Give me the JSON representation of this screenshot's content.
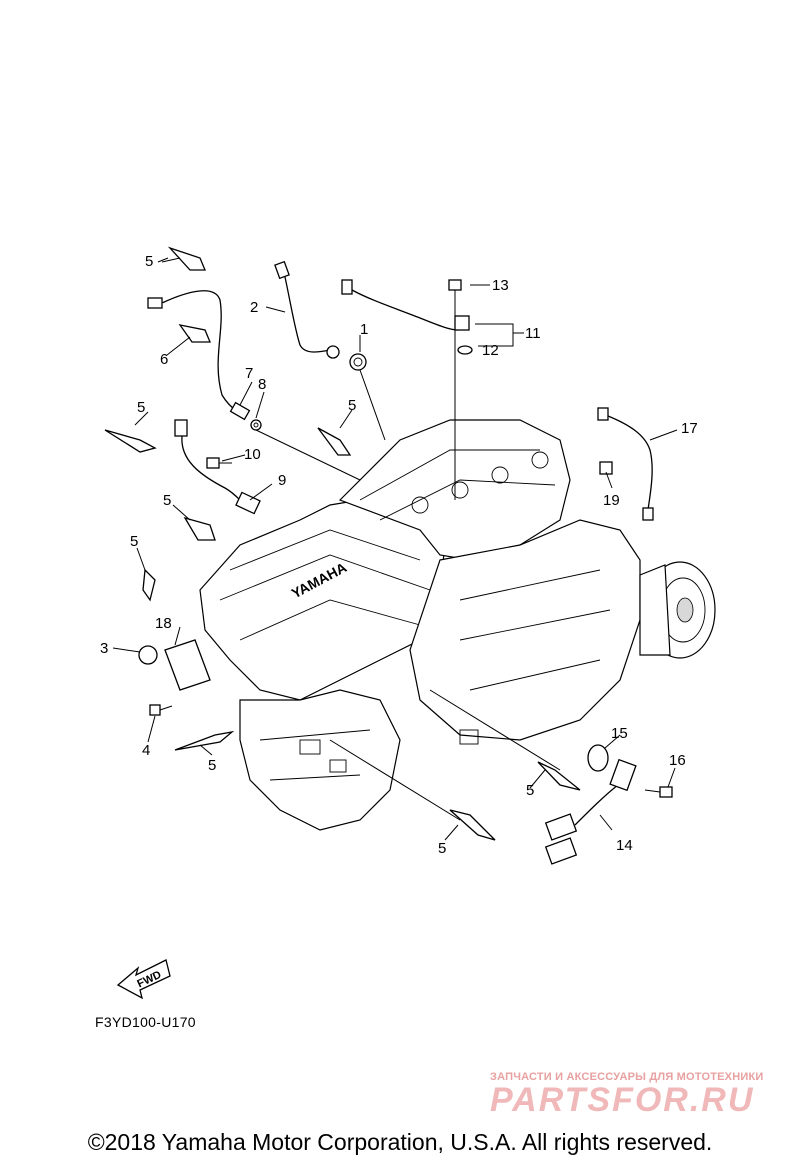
{
  "callouts": {
    "c1": "1",
    "c2": "2",
    "c3": "3",
    "c4": "4",
    "c5a": "5",
    "c5b": "5",
    "c5c": "5",
    "c5d": "5",
    "c5e": "5",
    "c5f": "5",
    "c5g": "5",
    "c5h": "5",
    "c6": "6",
    "c7": "7",
    "c8": "8",
    "c9": "9",
    "c10": "10",
    "c11": "11",
    "c12": "12",
    "c13": "13",
    "c14": "14",
    "c15": "15",
    "c16": "16",
    "c17": "17",
    "c18": "18",
    "c19": "19"
  },
  "fwd_label": "FWD",
  "diagram_code": "F3YD100-U170",
  "watermark": {
    "tagline": "ЗАПЧАСТИ И АКСЕССУАРЫ ДЛЯ МОТОТЕХНИКИ",
    "brand": "PARTSFOR.RU"
  },
  "engine_marking": "YAMAHA",
  "copyright": "©2018 Yamaha Motor Corporation, U.S.A. All rights reserved."
}
